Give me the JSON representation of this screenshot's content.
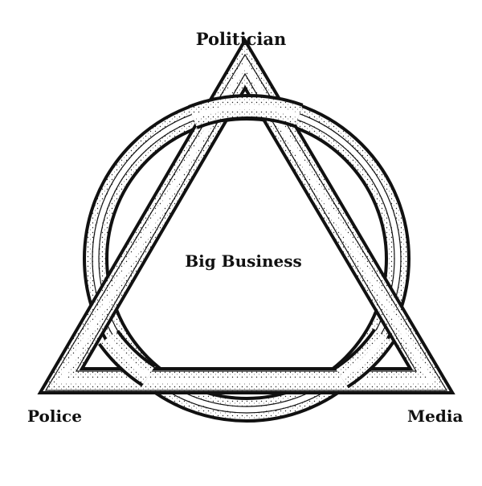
{
  "diagram": {
    "top_label": "Politician",
    "left_label": "Police",
    "right_label": "Media",
    "center_label": "Big Business",
    "ink_color": "#111111",
    "paper_color": "#ffffff",
    "symbol": "interlaced triangle and circle (trinity knot)"
  }
}
